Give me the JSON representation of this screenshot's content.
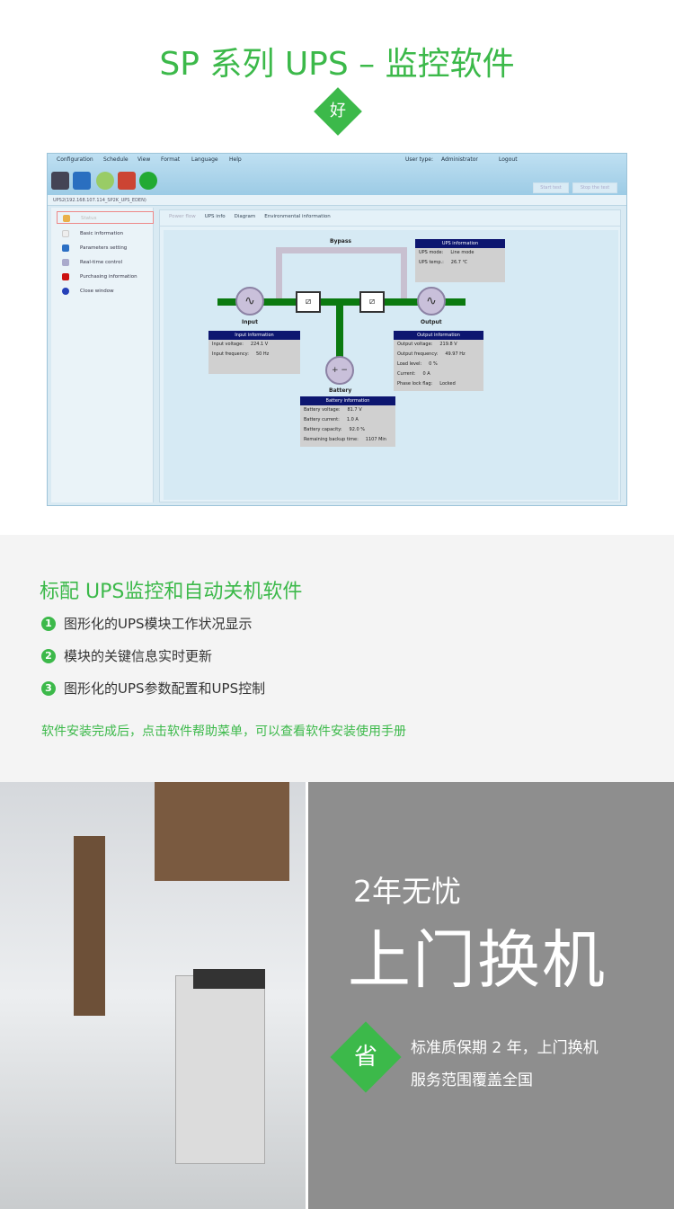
{
  "header": {
    "title": "SP 系列 UPS – 监控软件",
    "badge": "好"
  },
  "app": {
    "menu": [
      "Configuration",
      "Schedule",
      "View",
      "Format",
      "Language",
      "Help"
    ],
    "user_type_label": "User type:",
    "user_type": "Administrator",
    "logout": "Logout",
    "toolbar_buttons": [
      "Start test",
      "Stop the test"
    ],
    "connection": "UPS2(192.168.107.114_SP2K_UPS_EDEN)",
    "sidebar": [
      "Status",
      "Basic information",
      "Parameters setting",
      "Real-time control",
      "Purchasing information",
      "Close window"
    ],
    "tabs": [
      "Power flow",
      "UPS info",
      "Diagram",
      "Environmental information"
    ],
    "diagram": {
      "bypass": "Bypass",
      "input": "Input",
      "output": "Output",
      "battery": "Battery",
      "ups_info": {
        "title": "UPS information",
        "rows": [
          [
            "UPS mode:",
            "Line mode"
          ],
          [
            "UPS temp.:",
            "26.7 ℃"
          ]
        ]
      },
      "input_info": {
        "title": "Input information",
        "rows": [
          [
            "Input voltage:",
            "224.1 V"
          ],
          [
            "Input frequency:",
            "50 Hz"
          ]
        ]
      },
      "output_info": {
        "title": "Output information",
        "rows": [
          [
            "Output voltage:",
            "219.8 V"
          ],
          [
            "Output frequency:",
            "49.97 Hz"
          ],
          [
            "Load level:",
            "0 %"
          ],
          [
            "Current:",
            "0 A"
          ],
          [
            "Phase lock flag:",
            "Locked"
          ]
        ]
      },
      "battery_info": {
        "title": "Battery information",
        "rows": [
          [
            "Battery voltage:",
            "81.7 V"
          ],
          [
            "Battery current:",
            "1.0 A"
          ],
          [
            "Battery capacity:",
            "92.0 %"
          ],
          [
            "Remaining backup time:",
            "1107 Min"
          ]
        ]
      }
    }
  },
  "features": {
    "title": "标配 UPS监控和自动关机软件",
    "items": [
      {
        "n": "1",
        "t": "图形化的UPS模块工作状况显示"
      },
      {
        "n": "2",
        "t": "模块的关键信息实时更新"
      },
      {
        "n": "3",
        "t": "图形化的UPS参数配置和UPS控制"
      }
    ],
    "note": "软件安装完成后，点击软件帮助菜单，可以查看软件安装使用手册"
  },
  "service": {
    "line1": "2年无忧",
    "line2": "上门换机",
    "badge": "省",
    "desc1": "标准质保期 2 年，上门换机",
    "desc2": "服务范围覆盖全国"
  }
}
